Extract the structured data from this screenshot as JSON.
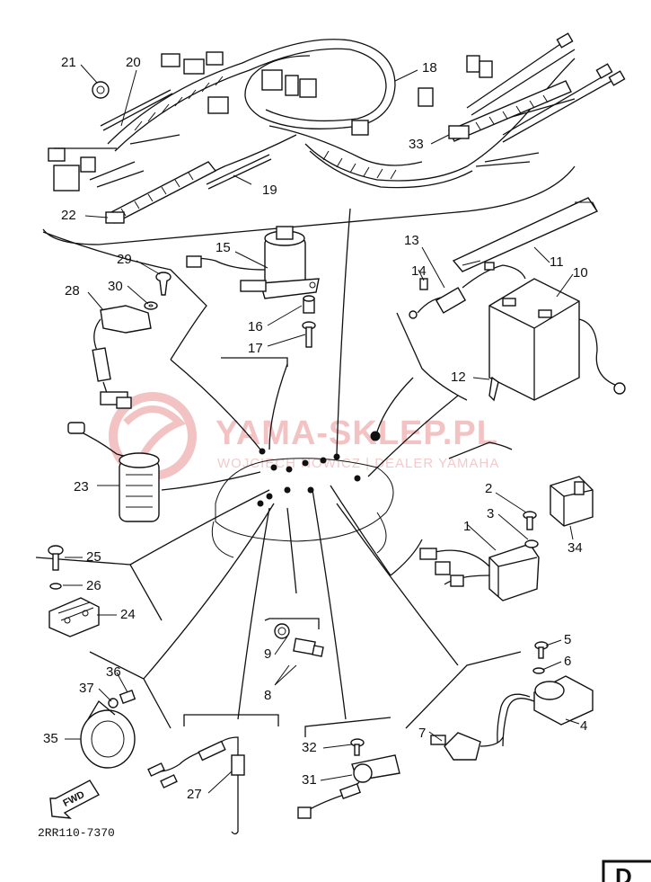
{
  "diagram": {
    "labels": [
      {
        "num": "1"
      },
      {
        "num": "2"
      },
      {
        "num": "3"
      },
      {
        "num": "4"
      },
      {
        "num": "5"
      },
      {
        "num": "6"
      },
      {
        "num": "7"
      },
      {
        "num": "8"
      },
      {
        "num": "9"
      },
      {
        "num": "10"
      },
      {
        "num": "11"
      },
      {
        "num": "12"
      },
      {
        "num": "13"
      },
      {
        "num": "14"
      },
      {
        "num": "15"
      },
      {
        "num": "16"
      },
      {
        "num": "17"
      },
      {
        "num": "18"
      },
      {
        "num": "19"
      },
      {
        "num": "20"
      },
      {
        "num": "21"
      },
      {
        "num": "22"
      },
      {
        "num": "23"
      },
      {
        "num": "24"
      },
      {
        "num": "25"
      },
      {
        "num": "26"
      },
      {
        "num": "27"
      },
      {
        "num": "28"
      },
      {
        "num": "29"
      },
      {
        "num": "30"
      },
      {
        "num": "31"
      },
      {
        "num": "32"
      },
      {
        "num": "33"
      },
      {
        "num": "34"
      },
      {
        "num": "35"
      },
      {
        "num": "36"
      },
      {
        "num": "37"
      }
    ],
    "fwd_label": "FWD",
    "drawing_code": "2RR110-7370",
    "corner_letter": "D",
    "watermark": {
      "brand": "YAMA-SKLEP.PL",
      "tagline": "WOJCIECH NOWICZ | DEALER YAMAHA"
    },
    "colors": {
      "ink": "#111111",
      "watermark": "#f3c2c2"
    }
  }
}
